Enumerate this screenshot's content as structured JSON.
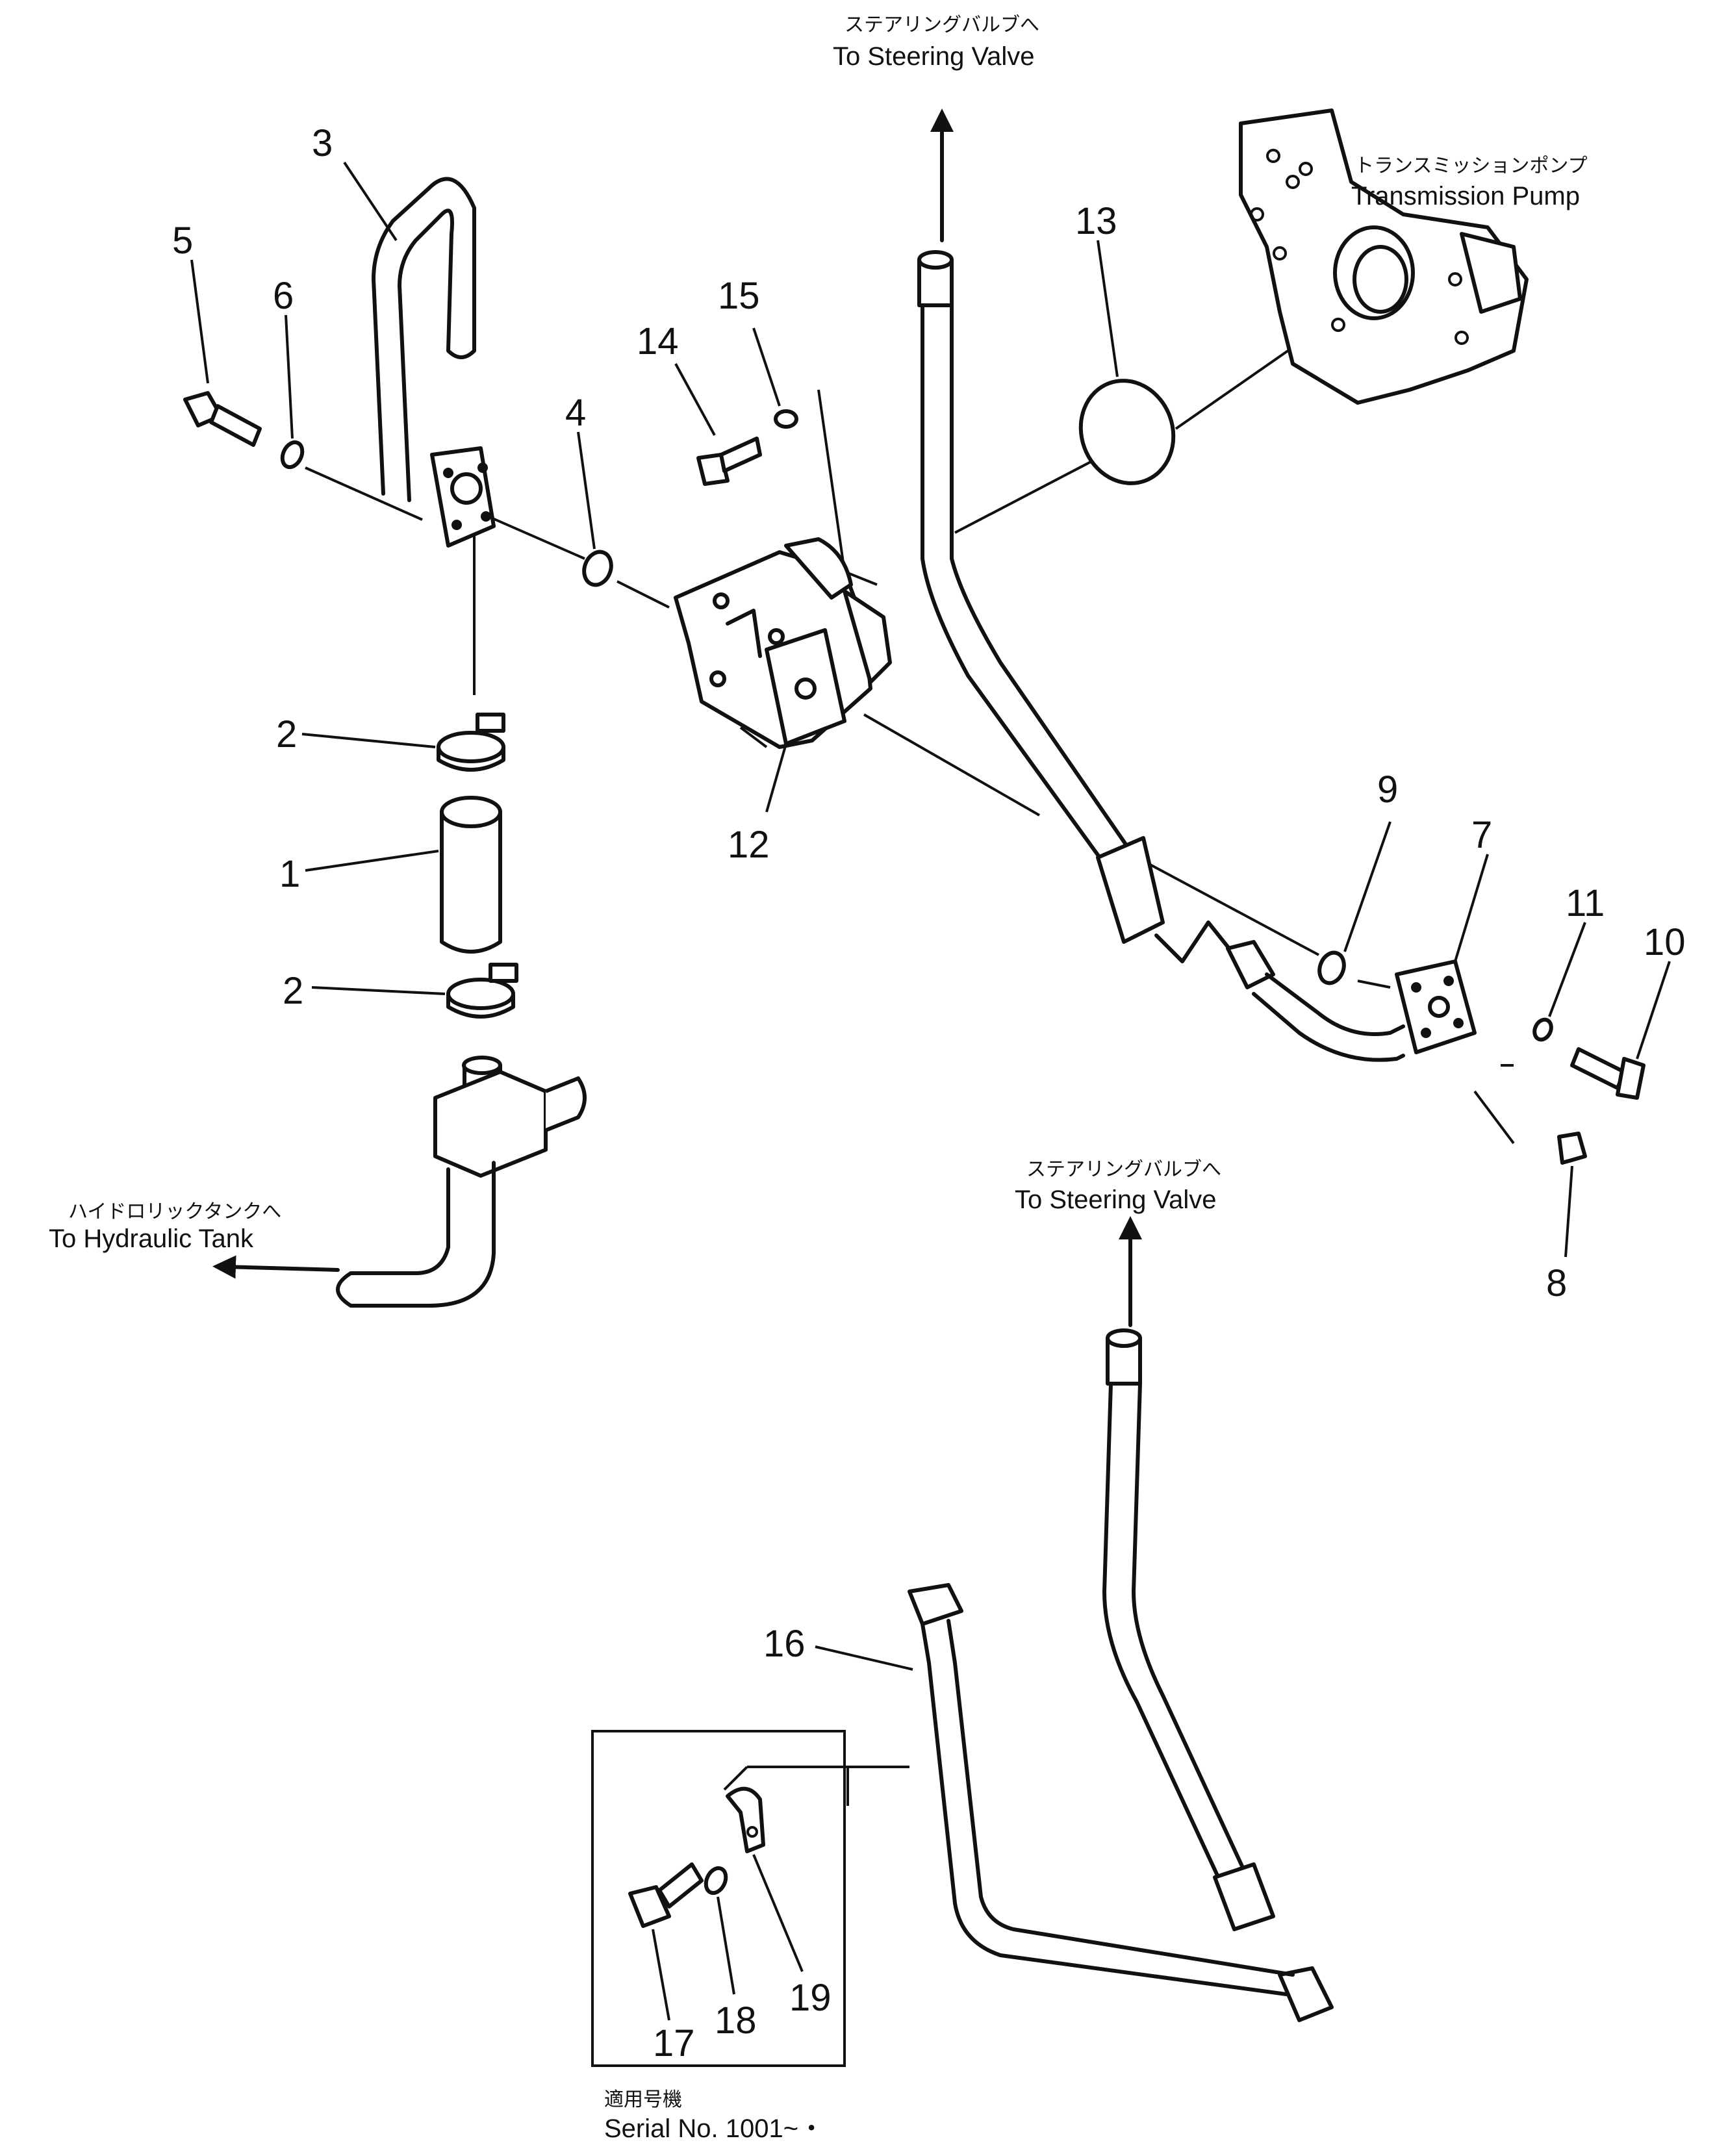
{
  "callouts": {
    "n1": "1",
    "n2a": "2",
    "n2b": "2",
    "n3": "3",
    "n4": "4",
    "n5": "5",
    "n6": "6",
    "n7": "7",
    "n8": "8",
    "n9": "9",
    "n10": "10",
    "n11": "11",
    "n12": "12",
    "n13": "13",
    "n14": "14",
    "n15": "15",
    "n16": "16",
    "n17": "17",
    "n18": "18",
    "n19": "19"
  },
  "labels": {
    "steering_top_jp": "ステアリングバルブへ",
    "steering_top_en": "To Steering Valve",
    "steering_mid_jp": "ステアリングバルブへ",
    "steering_mid_en": "To Steering Valve",
    "transmission_jp": "トランスミッションポンプ",
    "transmission_en": "Transmission Pump",
    "hydraulic_jp": "ハイドロリックタンクへ",
    "hydraulic_en": "To Hydraulic Tank",
    "serial_jp": "適用号機",
    "serial_en": "Serial  No.  1001~・"
  }
}
